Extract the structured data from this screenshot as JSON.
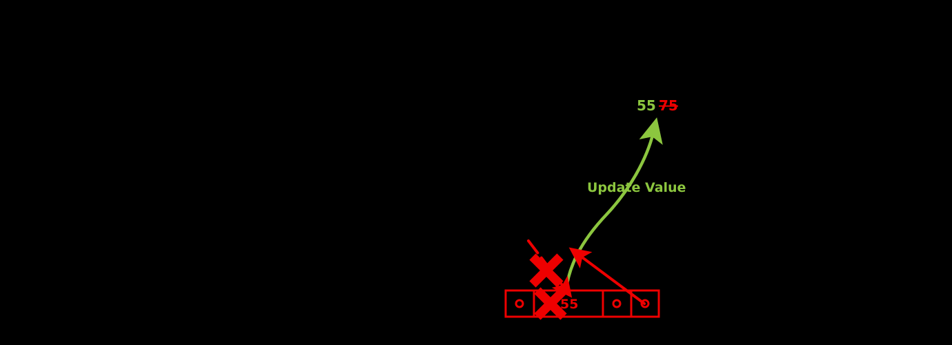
{
  "diagram": {
    "title": "Linked list node value update",
    "background_color": "#000000",
    "colors": {
      "accent_green": "#8CC63F",
      "accent_red": "#EE0000"
    },
    "value_labels": {
      "new_value": "55",
      "old_value": "75",
      "old_value_strikethrough": true
    },
    "annotation": {
      "update_label": "Update Value"
    },
    "node": {
      "value": "55",
      "cells": [
        {
          "name": "prev-pointer",
          "content": "pointer-circle"
        },
        {
          "name": "value-cell",
          "content": "55"
        },
        {
          "name": "next-pointer-a",
          "content": "pointer-circle"
        },
        {
          "name": "next-pointer-b",
          "content": "pointer-circle"
        }
      ]
    },
    "marks": {
      "upper_cross": "x-mark",
      "lower_cross": "x-mark"
    }
  }
}
